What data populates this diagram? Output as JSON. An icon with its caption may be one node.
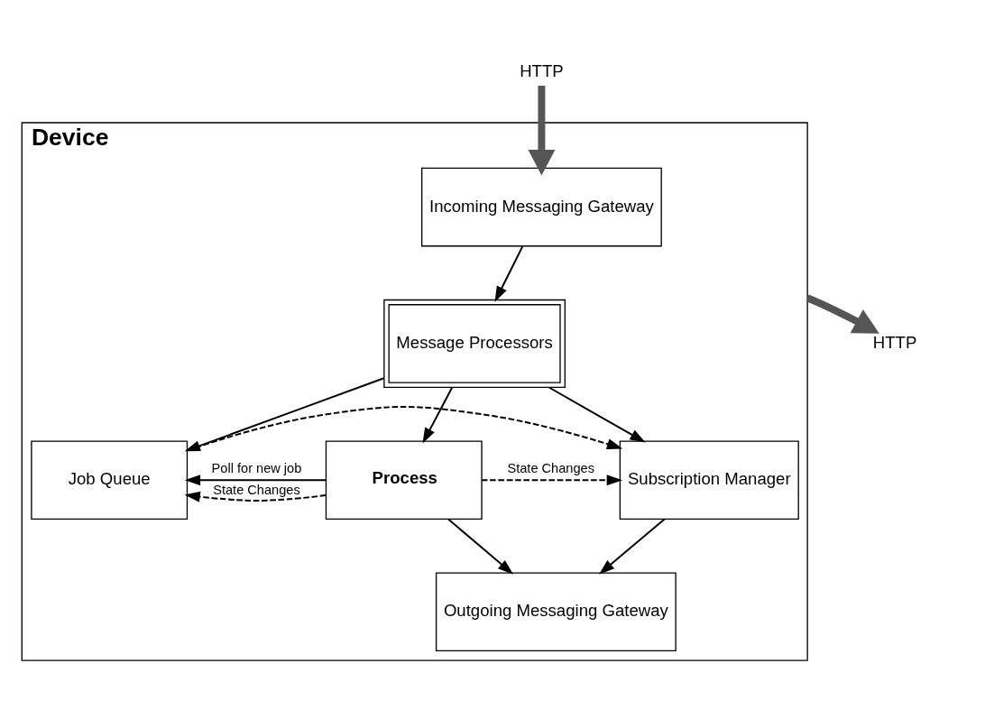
{
  "diagram": {
    "nodes": [
      {
        "text": [
          "Device"
        ]
      },
      {
        "text": [
          "Incoming Messaging Gateway"
        ],
        "in": 0
      },
      {
        "text": [
          "Message Processors"
        ],
        "in": 0
      },
      {
        "text": [
          "Job Queue"
        ],
        "in": 0
      },
      {
        "text": [
          "Process"
        ],
        "in": 0
      },
      {
        "text": [
          "Subscription Manager"
        ],
        "in": 0
      },
      {
        "text": [
          "Outgoing Messaging Gateway"
        ],
        "in": 0
      },
      {
        "text": [
          "HTTP"
        ]
      },
      {
        "text": [
          "HTTP"
        ]
      }
    ],
    "edges": [
      {
        "from": 7,
        "to": 1,
        "arrow": "to",
        "style": "thick"
      },
      {
        "from": 1,
        "to": 2,
        "arrow": "to"
      },
      {
        "from": 2,
        "to": 3,
        "arrow": "to"
      },
      {
        "from": 2,
        "to": 4,
        "arrow": "to"
      },
      {
        "from": 2,
        "to": 5,
        "arrow": "to"
      },
      {
        "from": 3,
        "to": 5,
        "arrow": "to",
        "style": "dashed"
      },
      {
        "from": 4,
        "to": 3,
        "arrow": "to",
        "style": "dashed",
        "label": "State Changes"
      },
      {
        "from": 4,
        "to": 5,
        "arrow": "to",
        "style": "dashed",
        "label": "State Changes"
      },
      {
        "from": 4,
        "to": 3,
        "arrow": "to",
        "label": "Poll for new job"
      },
      {
        "from": 4,
        "to": 6,
        "arrow": "to"
      },
      {
        "from": 5,
        "to": 6,
        "arrow": "to"
      },
      {
        "from": 0,
        "to": 8,
        "arrow": "to",
        "style": "thick"
      }
    ]
  }
}
